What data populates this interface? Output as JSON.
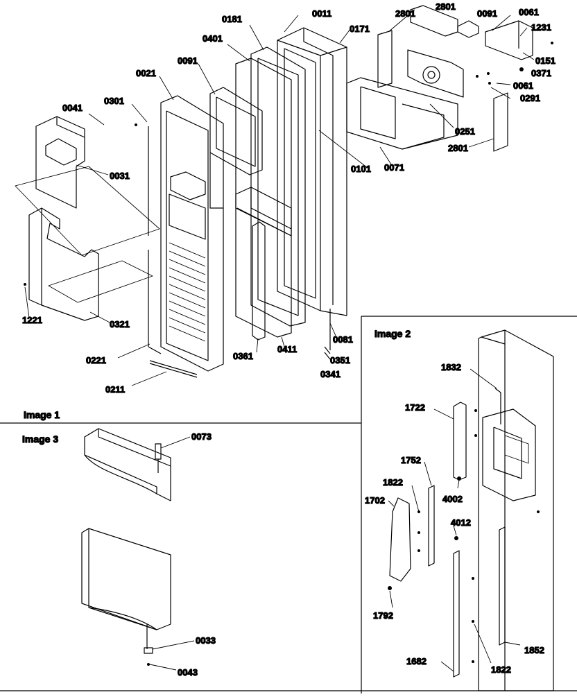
{
  "panels": {
    "image1": "Image 1",
    "image2": "Image 2",
    "image3": "Image 3"
  },
  "image1_parts": {
    "p0011": "0011",
    "p0181": "0181",
    "p0401": "0401",
    "p0091a": "0091",
    "p0021": "0021",
    "p0301": "0301",
    "p0041": "0041",
    "p0031": "0031",
    "p0171": "0171",
    "p2801a": "2801",
    "p2801b": "2801",
    "p0091b": "0091",
    "p0061a": "0061",
    "p1231": "1231",
    "p0151": "0151",
    "p0371": "0371",
    "p0061b": "0061",
    "p0291": "0291",
    "p0251": "0251",
    "p2801c": "2801",
    "p0101": "0101",
    "p0071": "0071",
    "p1221": "1221",
    "p0321": "0321",
    "p0221": "0221",
    "p0211": "0211",
    "p0361": "0361",
    "p0411": "0411",
    "p0081": "0081",
    "p0351": "0351",
    "p0341": "0341"
  },
  "image2_parts": {
    "p1832": "1832",
    "p1722": "1722",
    "p1752": "1752",
    "p1822a": "1822",
    "p4002": "4002",
    "p1702": "1702",
    "p4012": "4012",
    "p1792": "1792",
    "p1682": "1682",
    "p1822b": "1822",
    "p1852": "1852"
  },
  "image3_parts": {
    "p0073": "0073",
    "p0033": "0033",
    "p0043": "0043"
  }
}
